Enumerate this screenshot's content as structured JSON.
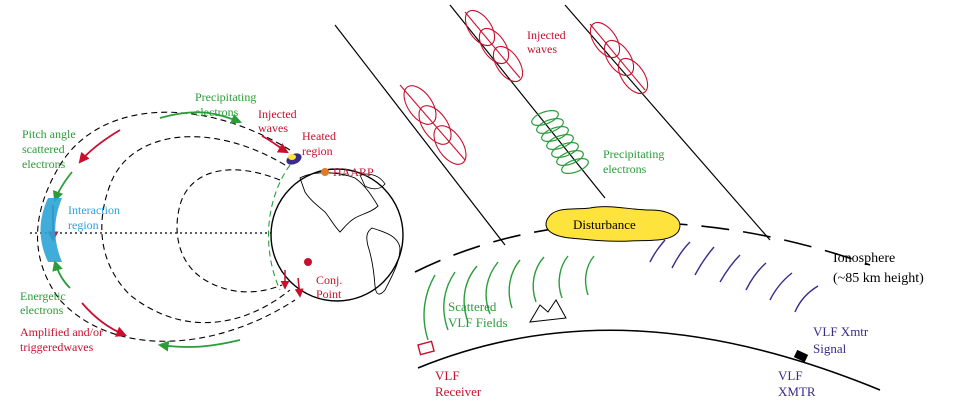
{
  "colors": {
    "red": "#c8102e",
    "green": "#2a9d3a",
    "blue": "#2aa3d6",
    "purple": "#3a2a8c",
    "black": "#000000",
    "orange": "#e07b28",
    "disturbance_fill": "#ffe33d"
  },
  "labels": {
    "precipitating_electrons_top": [
      "Precipitating",
      "electrons"
    ],
    "injected_waves_left": [
      "Injected",
      "waves"
    ],
    "heated_region": [
      "Heated",
      "region"
    ],
    "haarp": "HAARP",
    "pitch_angle": [
      "Pitch angle",
      "scattered",
      "electrons"
    ],
    "interaction_region": [
      "Interaction",
      "region"
    ],
    "conj_point": [
      "Conj.",
      "Point"
    ],
    "energetic_electrons": [
      "Energetic",
      "electrons"
    ],
    "amplified_waves": [
      "Amplified and/or",
      "triggeredwaves"
    ],
    "injected_waves_right": [
      "Injected",
      "waves"
    ],
    "precipitating_electrons_right": [
      "Precipitating",
      "electrons"
    ],
    "disturbance": "Disturbance",
    "ionosphere": [
      "Ionosphere",
      "(~85 km height)"
    ],
    "scattered_vlf": [
      "Scattered",
      "VLF Fields"
    ],
    "vlf_xmtr_signal": [
      "VLF Xmtr",
      "Signal"
    ],
    "vlf_receiver": [
      "VLF",
      "Receiver"
    ],
    "vlf_xmtr": [
      "VLF",
      "XMTR"
    ]
  }
}
